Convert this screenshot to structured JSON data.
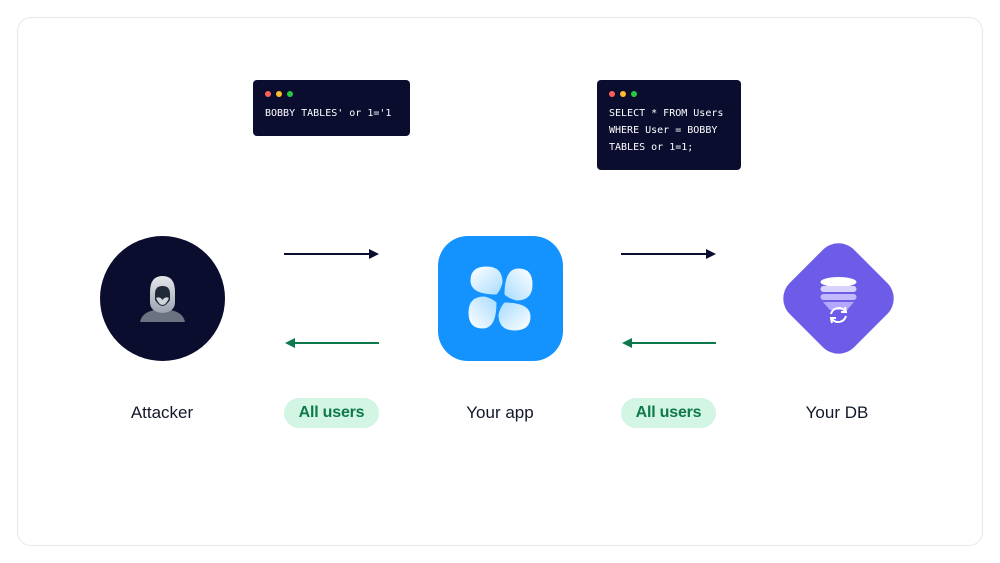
{
  "terminals": {
    "attacker_input": {
      "code": "BOBBY TABLES' or 1='1"
    },
    "app_query": {
      "code": "SELECT * FROM Users\nWHERE User = BOBBY\nTABLES or 1=1;"
    }
  },
  "nodes": {
    "attacker": {
      "label": "Attacker"
    },
    "app": {
      "label": "Your app"
    },
    "db": {
      "label": "Your DB"
    }
  },
  "responses": {
    "attacker_side": "All users",
    "db_side": "All users"
  },
  "colors": {
    "terminal_bg": "#0b0d2e",
    "dot_red": "#ff5f57",
    "dot_yellow": "#febc2e",
    "dot_green": "#28c840",
    "attacker_bg": "#0b0d2e",
    "app_bg": "#1493ff",
    "db_bg": "#6c5ce7",
    "request_arrow": "#0b0d2e",
    "response_arrow": "#0e7a4c",
    "pill_bg": "#d3f5e4",
    "pill_text": "#0e7a4c"
  }
}
